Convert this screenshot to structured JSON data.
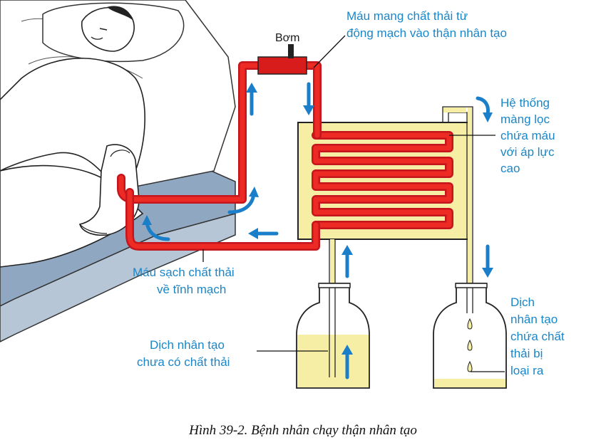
{
  "labels": {
    "pump": "Bơm",
    "arterial_line1": "Máu mang chất thải từ",
    "arterial_line2": "động mạch vào thận nhân tạo",
    "membrane_line1": "Hệ thống",
    "membrane_line2": "màng lọc",
    "membrane_line3": "chứa máu",
    "membrane_line4": "với áp lực",
    "membrane_line5": "cao",
    "venous_line1": "Máu sạch chất thải",
    "venous_line2": "về tĩnh mạch",
    "fresh_line1": "Dịch nhân tạo",
    "fresh_line2": "chưa có chất thải",
    "waste_line1": "Dịch",
    "waste_line2": "nhân tạo",
    "waste_line3": "chứa chất",
    "waste_line4": "thải bị",
    "waste_line5": "loại ra"
  },
  "caption": "Hình 39-2. Bệnh nhân chạy thận nhân tạo",
  "colors": {
    "blood": "#e8231c",
    "dialysate": "#f7eea5",
    "arrow": "#1a7fc8",
    "label": "#1a86c8",
    "bed": "#8fa7c0"
  }
}
